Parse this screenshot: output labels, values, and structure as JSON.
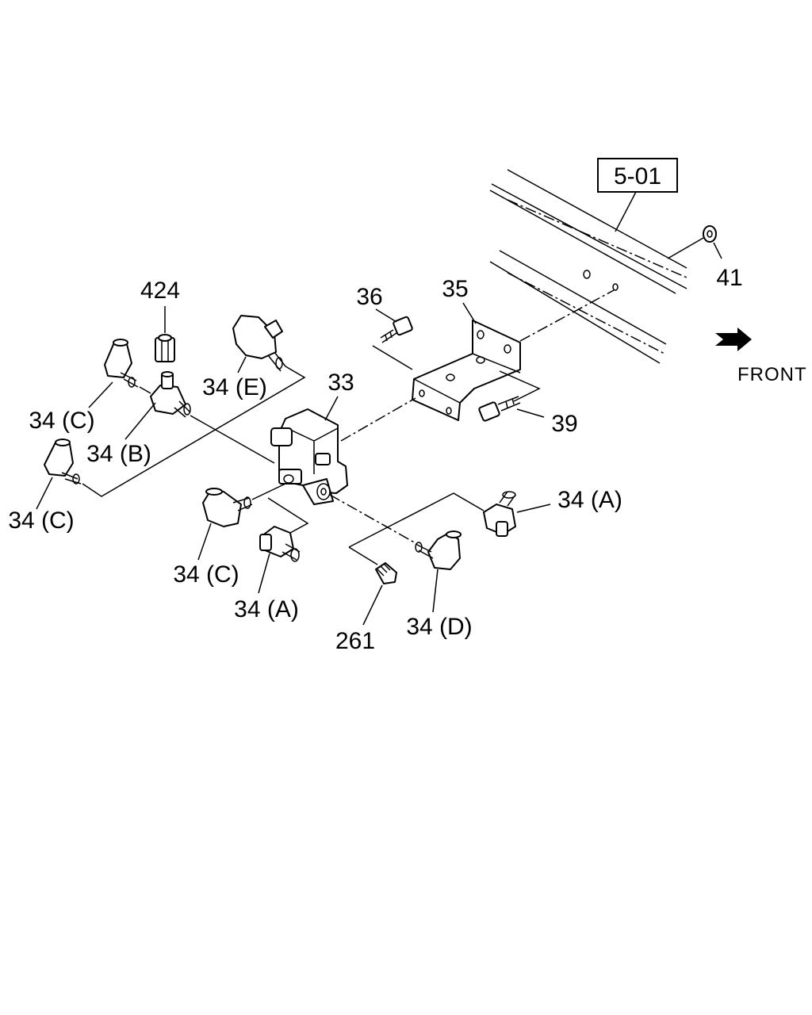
{
  "labels": {
    "ref_box": "5-01",
    "p41": "41",
    "front": "FRONT",
    "p35": "35",
    "p36": "36",
    "p39": "39",
    "p33": "33",
    "p424": "424",
    "p34E": "34 (E)",
    "p34C_top": "34 (C)",
    "p34B": "34 (B)",
    "p34C_left": "34 (C)",
    "p34C_low": "34 (C)",
    "p34A_low": "34 (A)",
    "p34A_right": "34 (A)",
    "p34D": "34 (D)",
    "p261": "261"
  },
  "icons": {
    "front_arrow": "front-arrow-icon"
  }
}
